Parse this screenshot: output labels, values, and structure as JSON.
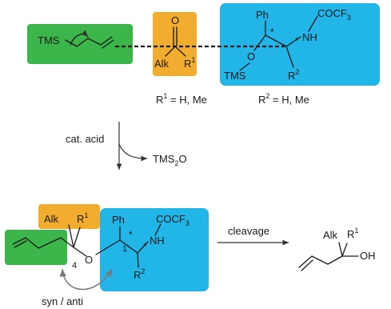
{
  "colors": {
    "green": "#3cb54a",
    "orange": "#f2ad2e",
    "blue": "#22b5e8",
    "ink": "#1a1a1a",
    "curve_arrow": "#7a7a7a"
  },
  "top": {
    "tms": "TMS",
    "carbonyl_o": "O",
    "alk": "Alk",
    "r": "R",
    "r1_sup": "1",
    "ph": "Ph",
    "cocf": "COCF",
    "cocf_sub": "3",
    "nh": "NH",
    "o": "O",
    "tms2": "TMS",
    "r2": "R",
    "r2_sup": "2",
    "star": "*",
    "r1_def_a": "R",
    "r1_def_sup": "1",
    "r1_def_b": " = H, Me",
    "r2_def_a": "R",
    "r2_def_sup": "2",
    "r2_def_b": " = H, Me"
  },
  "mid": {
    "reagent": "cat. acid",
    "byproduct": "TMS",
    "byproduct_sub": "2",
    "byproduct_tail": "O"
  },
  "bottom": {
    "alk": "Alk",
    "r": "R",
    "r1_sup": "1",
    "pos4": "4",
    "o": "O",
    "ph": "Ph",
    "cocf": "COCF",
    "cocf_sub": "3",
    "nh": "NH",
    "pos1p": "1'",
    "r2": "R",
    "r2_sup": "2",
    "star": "*",
    "cleavage": "cleavage",
    "prod_alk": "Alk",
    "prod_r": "R",
    "prod_r1_sup": "1",
    "prod_oh": "OH",
    "synanti": "syn / anti"
  }
}
